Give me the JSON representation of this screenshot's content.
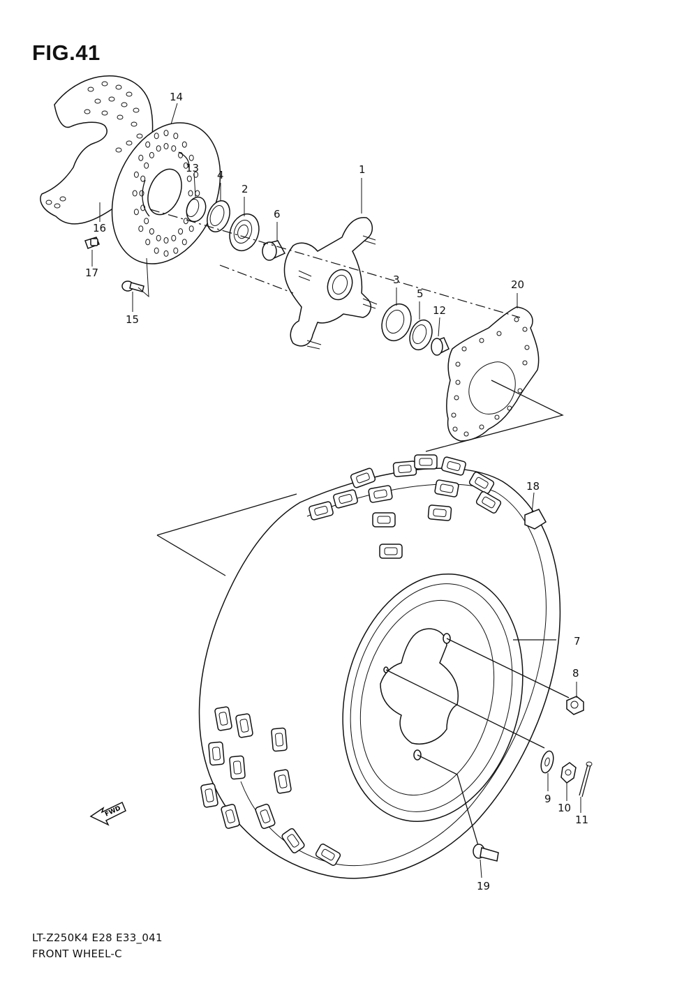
{
  "figure": {
    "title": "FIG.41",
    "model_code": "LT-Z250K4 E28 E33_041",
    "name": "FRONT WHEEL-C",
    "fwd_badge": "FWD"
  },
  "callouts": [
    "1",
    "2",
    "3",
    "4",
    "5",
    "6",
    "7",
    "8",
    "9",
    "10",
    "11",
    "12",
    "13",
    "14",
    "15",
    "16",
    "17",
    "18",
    "19",
    "20"
  ]
}
